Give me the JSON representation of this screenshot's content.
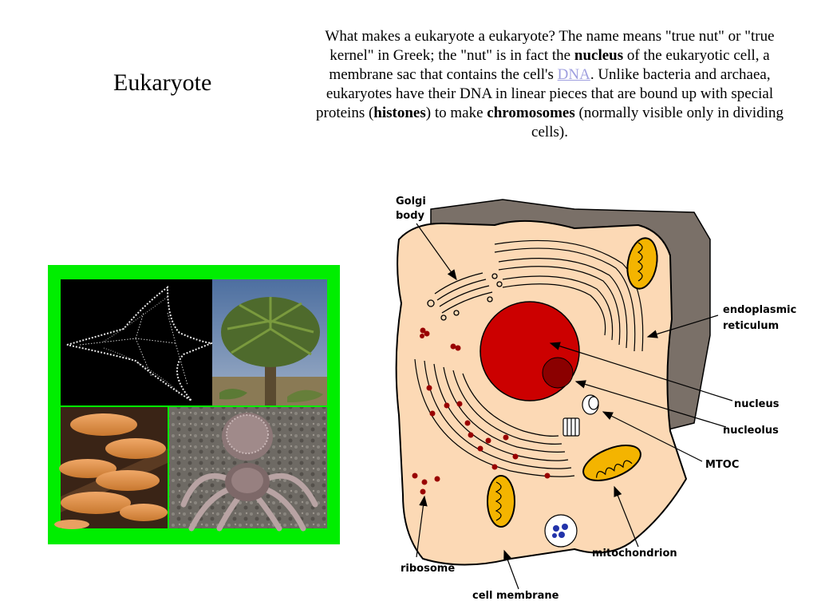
{
  "slide": {
    "title": "Eukaryote"
  },
  "description": {
    "part1": "What makes a eukaryote a eukaryote? The name means \"true nut\" or \"true kernel\" in Greek; the \"nut\" is in fact the ",
    "bold1": "nucleus",
    "part2": " of the eukaryotic cell, a membrane sac that contains the cell's ",
    "link": "DNA",
    "part3": ". Unlike bacteria and archaea, eukaryotes have their DNA in linear pieces that are bound up with special proteins (",
    "bold2": "histones",
    "part4": ") to make ",
    "bold3": "chromosomes",
    "part5": " (normally visible only in dividing cells)."
  },
  "collage": {
    "border_color": "#00ee00",
    "photos": [
      "diatom-photo",
      "palm-tree-photo",
      "mushroom-photo",
      "tarantula-photo"
    ]
  },
  "diagram": {
    "labels": {
      "golgi_line1": "Golgi",
      "golgi_line2": "body",
      "er_line1": "endoplasmic",
      "er_line2": "reticulum",
      "nucleus": "nucleus",
      "nucleolus": "nucleolus",
      "mtoc": "MTOC",
      "mitochondrion": "mitochondrion",
      "ribosome": "ribosome",
      "cell_membrane": "cell membrane"
    },
    "colors": {
      "cytoplasm": "#fcd9b5",
      "membrane_shadow": "#7a7068",
      "nucleus": "#cc0000",
      "nucleolus": "#8b0000",
      "mitochondria": "#f4b400",
      "ribosomes": "#990000",
      "vesicle": "#2233aa"
    }
  }
}
